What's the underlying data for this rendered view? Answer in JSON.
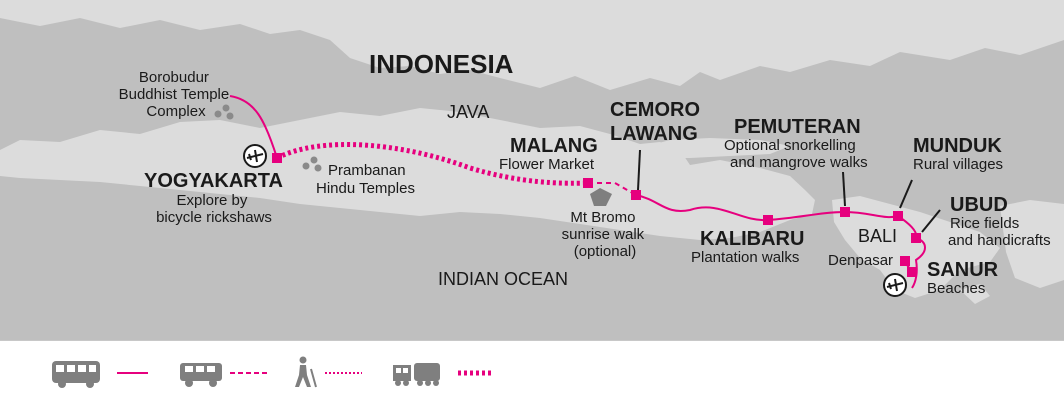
{
  "colors": {
    "land": "#dcdcdc",
    "sea": "#bfbfbf",
    "route": "#e6007e",
    "text": "#1a1a1a",
    "icon": "#7f7f7f"
  },
  "labels": {
    "country": "INDONESIA",
    "island_java": "JAVA",
    "island_bali": "BALI",
    "ocean": "INDIAN OCEAN"
  },
  "places": {
    "borobudur": [
      "Borobudur",
      "Buddhist Temple",
      "Complex"
    ],
    "yogyakarta": {
      "name": "YOGYAKARTA",
      "note": [
        "Explore by",
        "bicycle rickshaws"
      ]
    },
    "prambanan": [
      "Prambanan",
      "Hindu Temples"
    ],
    "malang": {
      "name": "MALANG",
      "note": "Flower Market"
    },
    "cemoro": [
      "CEMORO",
      "LAWANG"
    ],
    "bromo": [
      "Mt Bromo",
      "sunrise walk",
      "(optional)"
    ],
    "kalibaru": {
      "name": "KALIBARU",
      "note": "Plantation walks"
    },
    "pemuteran": {
      "name": "PEMUTERAN",
      "note": [
        "Optional snorkelling",
        "and mangrove walks"
      ]
    },
    "munduk": {
      "name": "MUNDUK",
      "note": "Rural villages"
    },
    "ubud": {
      "name": "UBUD",
      "note": [
        "Rice fields",
        "and handicrafts"
      ]
    },
    "denpasar": "Denpasar",
    "sanur": {
      "name": "SANUR",
      "note": "Beaches"
    }
  },
  "legend": [
    {
      "icon": "bus-icon",
      "line": "solid"
    },
    {
      "icon": "jeep-icon",
      "line": "dashed"
    },
    {
      "icon": "hiker-icon",
      "line": "dotted"
    },
    {
      "icon": "train-icon",
      "line": "thick-dotted"
    }
  ]
}
